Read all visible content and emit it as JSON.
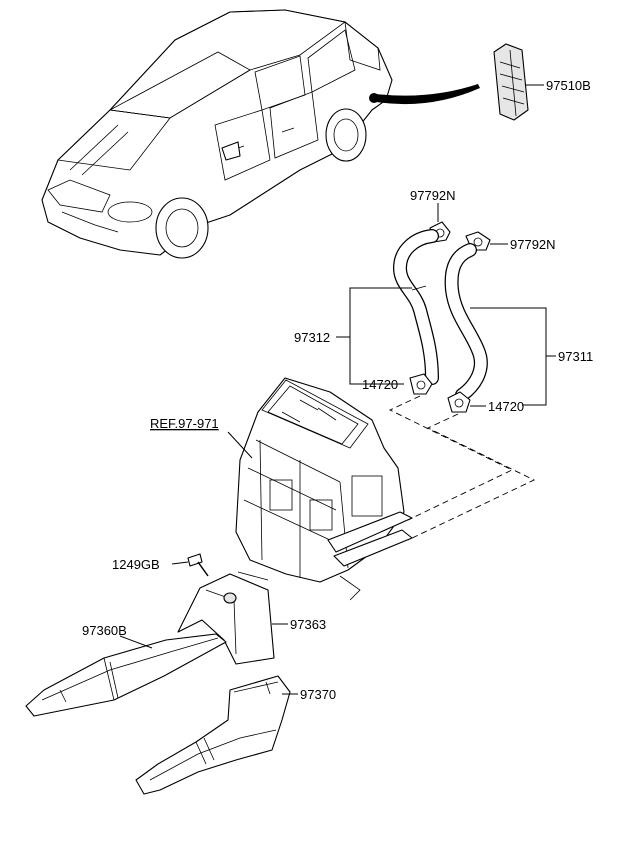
{
  "labels": {
    "grille": "97510B",
    "clamp_upper": "97792N",
    "clamp_right": "97792N",
    "hose_left": "97312",
    "hose_right": "97311",
    "clamp_lower_left": "14720",
    "clamp_lower_right": "14720",
    "ref_heater": "REF.97-971",
    "bolt": "1249GB",
    "duct_left": "97360B",
    "duct_connector": "97363",
    "duct_right": "97370"
  }
}
